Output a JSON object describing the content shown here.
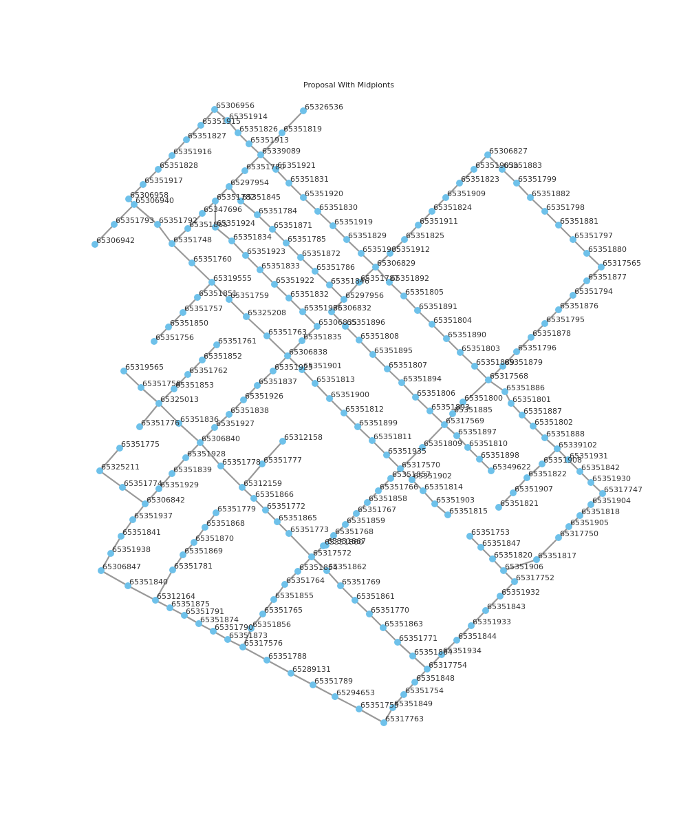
{
  "title": "Proposal With Midpionts",
  "colors": {
    "node": "#6ec1ea",
    "edge": "#999999",
    "label": "#333333",
    "background": "#ffffff"
  },
  "labels": [
    "65306956",
    "65351914",
    "65351915",
    "65351826",
    "65351827",
    "65351916",
    "65351828",
    "65351917",
    "65306958",
    "65306940",
    "65351793",
    "65306942",
    "65326536",
    "65351819",
    "65351913",
    "65339089",
    "65351921",
    "65351780",
    "65297954",
    "65351782",
    "65351845",
    "65347696",
    "65351865",
    "65351924",
    "65351792",
    "65351748",
    "65351760",
    "65319555",
    "65351851",
    "65351759",
    "65351757",
    "65351850",
    "65351756",
    "65351784",
    "65351871",
    "65351834",
    "65351785",
    "65351923",
    "65351872",
    "65351833",
    "65351786",
    "65351922",
    "65351846",
    "65351832",
    "65297956",
    "65351936",
    "65306832",
    "65351896",
    "65306835",
    "65351835",
    "65351831",
    "65351920",
    "65351830",
    "65351919",
    "65351829",
    "65351905",
    "65351912",
    "65351787",
    "65306829",
    "65351892",
    "65351805",
    "65351891",
    "65351804",
    "65351890",
    "65351803",
    "65351889",
    "65351879",
    "65317568",
    "65351886",
    "65351800",
    "65351801",
    "65351887",
    "65351802",
    "65351888",
    "65339102",
    "65351931",
    "65351842",
    "65351930",
    "65317747",
    "65351904",
    "65351818",
    "65351905",
    "65317750",
    "65351817",
    "65351906",
    "65351820",
    "65351847",
    "65351753",
    "65317752",
    "65351932",
    "65351843",
    "65351933",
    "65351844",
    "65351934",
    "65351864",
    "65317754",
    "65351848",
    "65351754",
    "65351849",
    "65351755",
    "65317763",
    "65294653",
    "65351789",
    "65289131",
    "65351788",
    "65317576",
    "65351873",
    "65351790",
    "65351856",
    "65351874",
    "65351791",
    "65351875",
    "65312164",
    "65351840",
    "65306847",
    "65351938",
    "65351841",
    "65351937",
    "65306842",
    "65351929",
    "65351774",
    "65325211",
    "65351775",
    "65351839",
    "65351928",
    "65351778",
    "65351777",
    "65312158",
    "65306840",
    "65351927",
    "65351836",
    "65351776",
    "65325013",
    "65351758",
    "65319565",
    "65351853",
    "65351762",
    "65351852",
    "65351761",
    "65351838",
    "65351926",
    "65351837",
    "65351925",
    "65351901",
    "65306838",
    "65351763",
    "65325208",
    "65351813",
    "65351900",
    "65351812",
    "65351899",
    "65351811",
    "65351935",
    "65317570",
    "65351857",
    "65351902",
    "65351766",
    "65351814",
    "65351858",
    "65351903",
    "65351767",
    "65351815",
    "65351859",
    "65351768",
    "65351860",
    "65351867",
    "65317572",
    "65351862",
    "65351854",
    "65351764",
    "65351769",
    "65351855",
    "65351861",
    "65351765",
    "65351770",
    "65351863",
    "65351771",
    "65312159",
    "65351866",
    "65351772",
    "65351865",
    "65351773",
    "65351779",
    "65351868",
    "65351869",
    "65351781",
    "65351870",
    "65306827",
    "65351903b",
    "65351883",
    "65351823",
    "65351799",
    "65351909",
    "65351882",
    "65351824",
    "65351798",
    "65351911",
    "65351881",
    "65351825",
    "65351797",
    "65351880",
    "65317565",
    "65351877",
    "65351794",
    "65351876",
    "65351795",
    "65351878",
    "65351796",
    "65351808",
    "65351895",
    "65351807",
    "65351894",
    "65351806",
    "65351893",
    "65351885",
    "65317569",
    "65351809",
    "65351897",
    "65351810",
    "65351898",
    "65349622",
    "65351908",
    "65351822",
    "65351907",
    "65351821"
  ]
}
